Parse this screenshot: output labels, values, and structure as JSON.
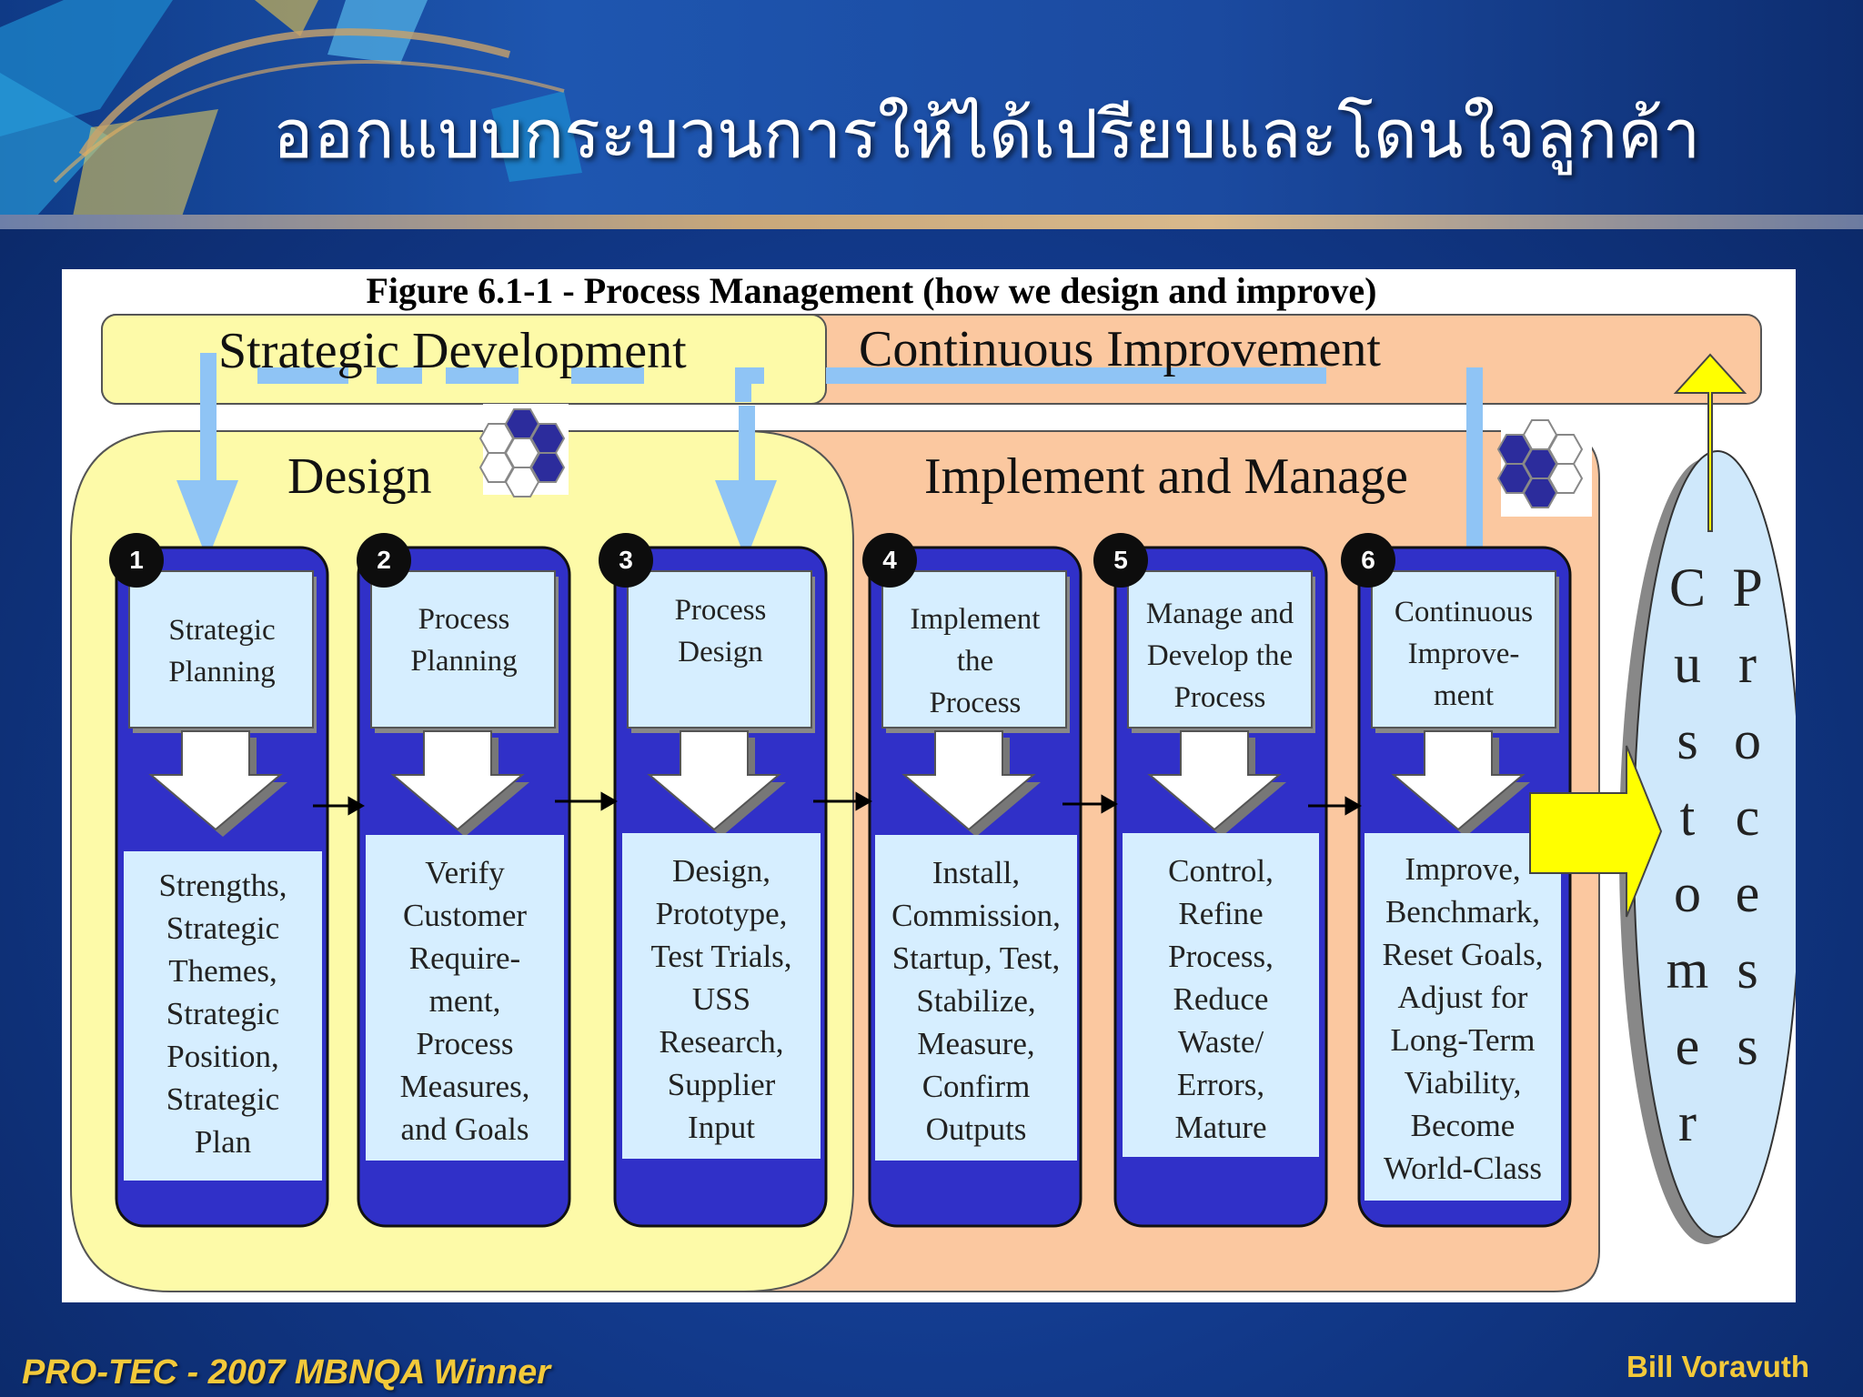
{
  "slide": {
    "title": "ออกแบบกระบวนการให้ได้เปรียบและโดนใจลูกค้า",
    "footer_left": "PRO-TEC - 2007 MBNQA Winner",
    "footer_right": "Bill Voravuth"
  },
  "figure": {
    "caption": "Figure 6.1-1 - Process Management (how we design and improve)",
    "top_band": {
      "left_label": "Strategic Development",
      "right_label": "Continuous Improvement"
    },
    "design_label": "Design",
    "implement_label": "Implement and Manage",
    "steps": [
      {
        "num": "1",
        "title": "Strategic\nPlanning",
        "body": "Strengths,\nStrategic\nThemes,\nStrategic\nPosition,\nStrategic\nPlan"
      },
      {
        "num": "2",
        "title": "Process\nPlanning",
        "body": "Verify\nCustomer\nRequire-\nment,\nProcess\nMeasures,\nand Goals"
      },
      {
        "num": "3",
        "title": "Process\nDesign",
        "body": "Design,\nPrototype,\nTest Trials,\nUSS\nResearch,\nSupplier\nInput"
      },
      {
        "num": "4",
        "title": "Implement\nthe\nProcess",
        "body": "Install,\nCommission,\nStartup, Test,\nStabilize,\nMeasure,\nConfirm\nOutputs"
      },
      {
        "num": "5",
        "title": "Manage and\nDevelop the\nProcess",
        "body": "Control,\nRefine\nProcess,\nReduce\nWaste/\nErrors,\nMature"
      },
      {
        "num": "6",
        "title": "Continuous\nImprove-\nment",
        "body": "Improve,\nBenchmark,\nReset Goals,\nAdjust for\nLong-Term\nViability,\nBecome\nWorld-Class"
      }
    ],
    "customer_letters": [
      "C",
      "u",
      "s",
      "t",
      "o",
      "m",
      "e",
      "r"
    ],
    "process_letters": [
      "P",
      "r",
      "o",
      "c",
      "e",
      "s",
      "s"
    ],
    "colors": {
      "design_fill": "#fdfaa8",
      "implement_fill": "#fbc8a0",
      "column_blue": "#3030c8",
      "box_fill": "#d6eeff",
      "connector_blue": "#8fc4f5",
      "yellow_arrow": "#ffff00",
      "ellipse_fill": "#cfe8fb"
    }
  }
}
